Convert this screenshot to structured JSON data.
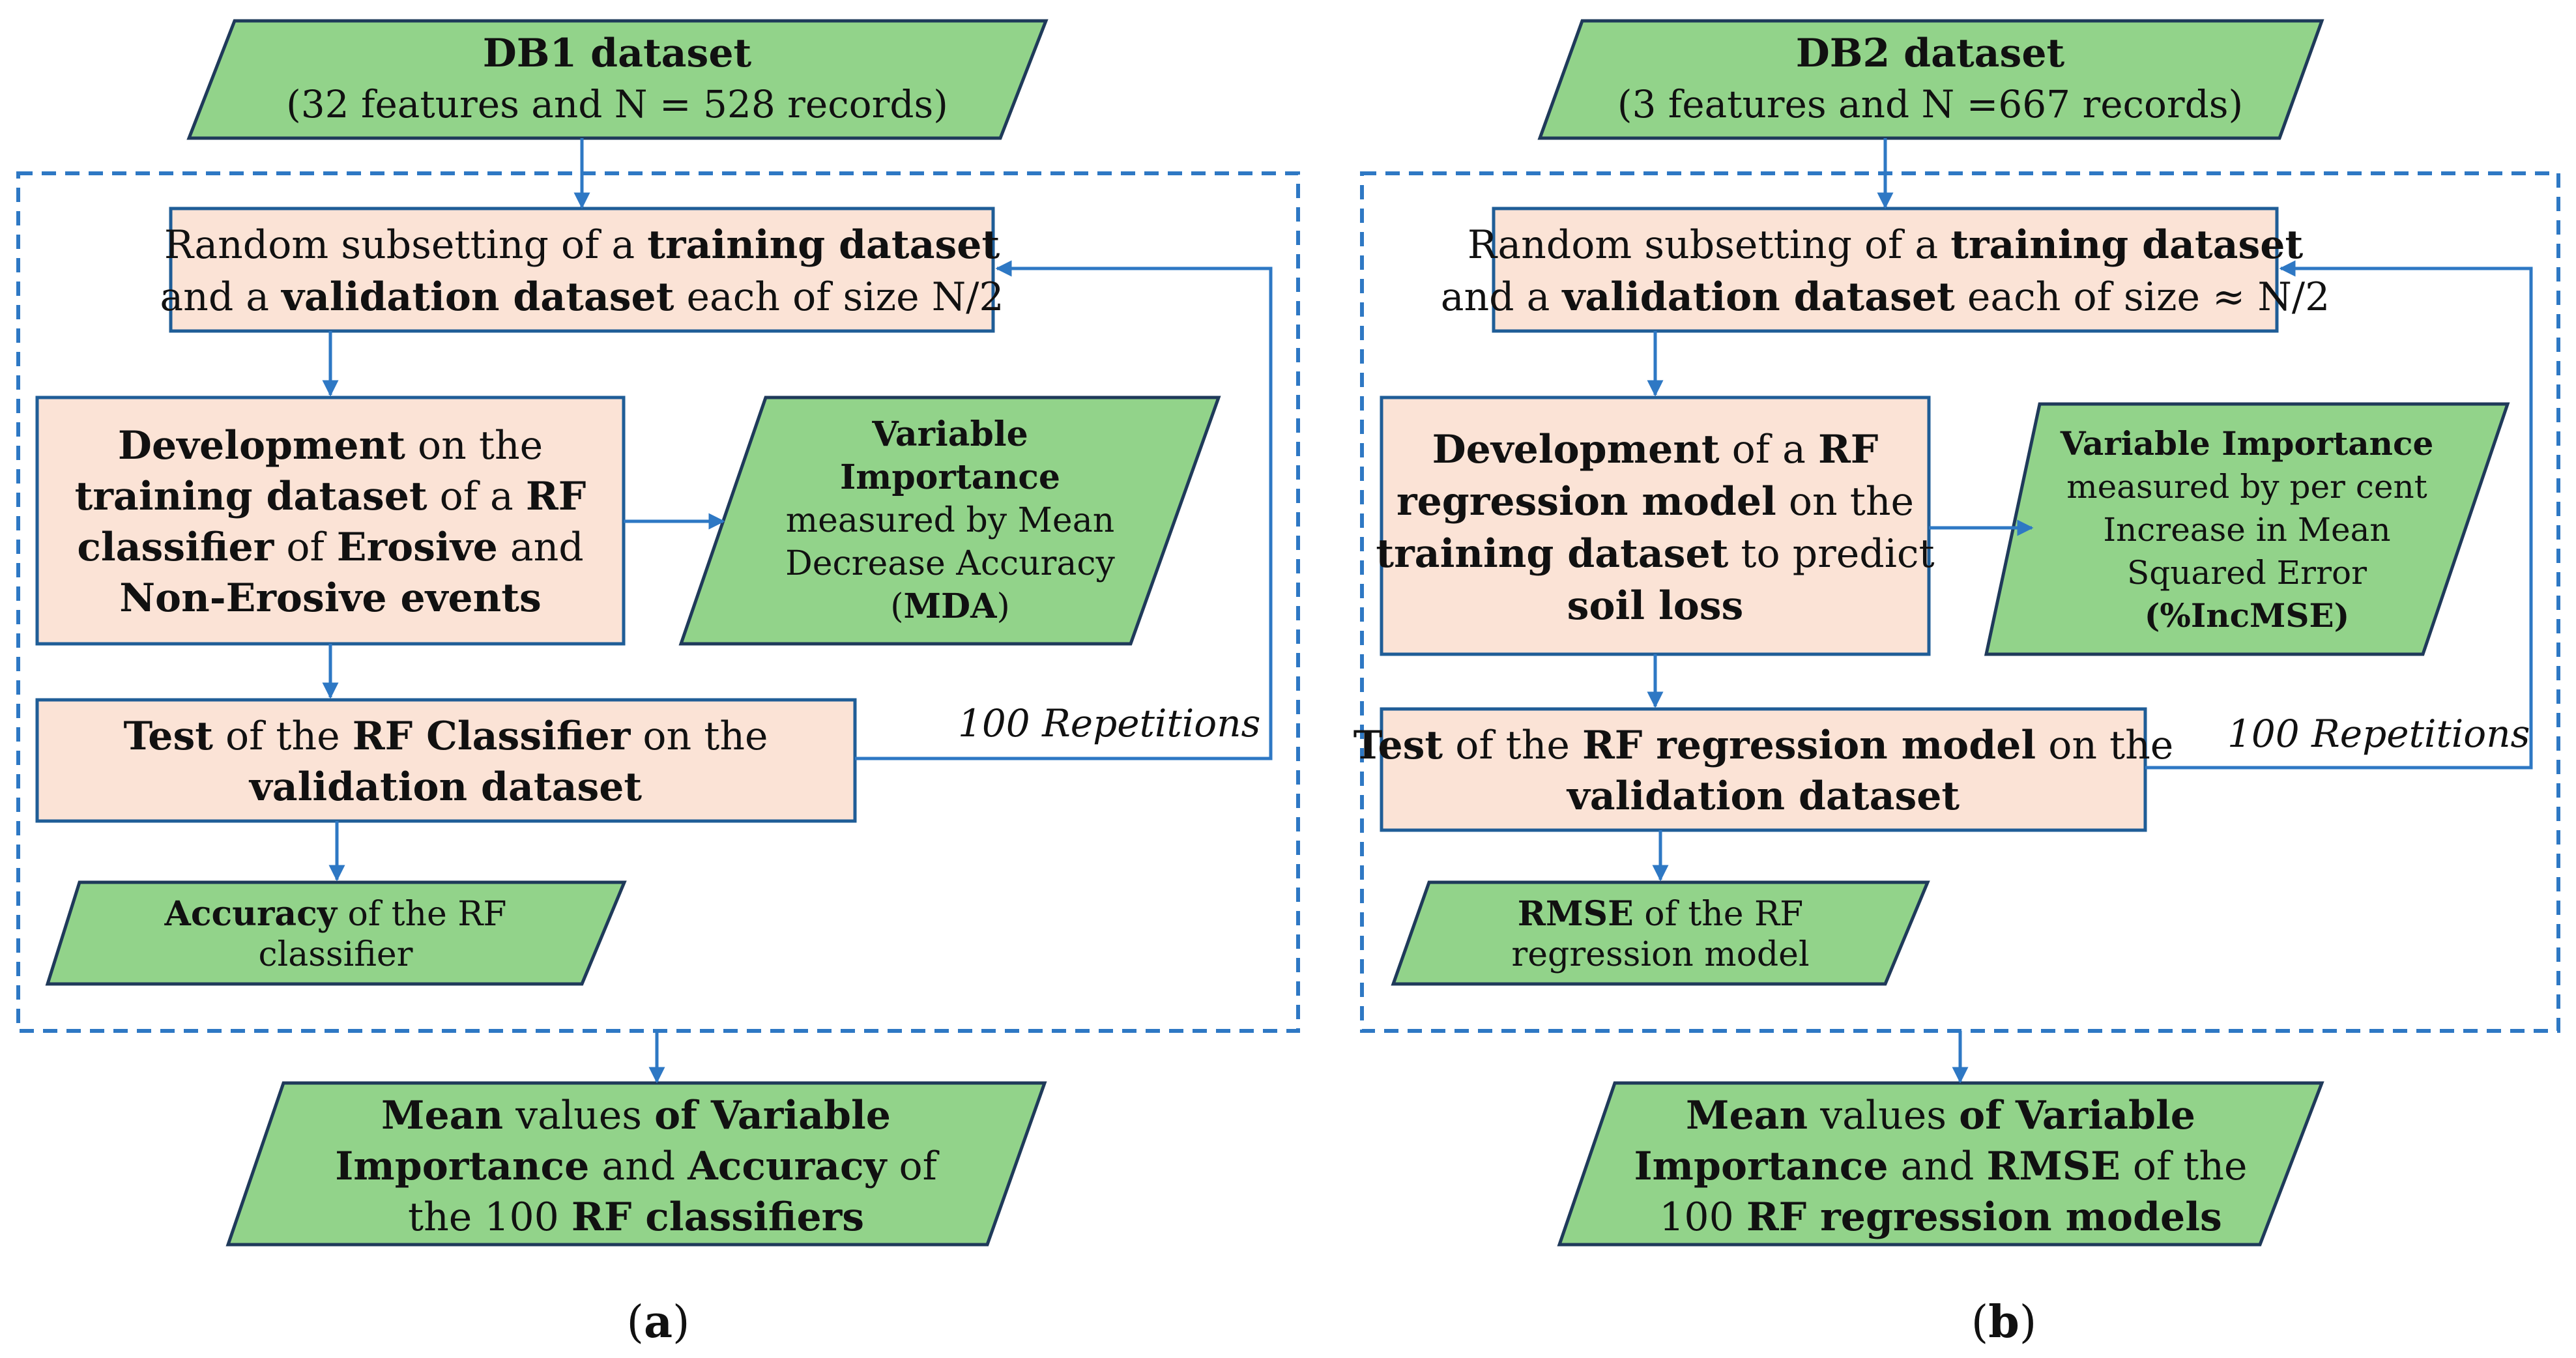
{
  "colors": {
    "data_fill": "#92d38a",
    "process_fill": "#fbe3d6",
    "connector": "#2e78c4",
    "border_dark": "#1f3a5a"
  },
  "panel_a": {
    "db_title": "DB1 dataset",
    "db_sub": "(32 features and  N = 528 records)",
    "subset": {
      "l1_pre": "Random subsetting of a ",
      "l1_bold": "training dataset",
      "l2_pre": "and a ",
      "l2_bold": "validation dataset",
      "l2_post": " each of size N/2"
    },
    "develop": {
      "l1_bold": "Development",
      "l1_post": " on the",
      "l2_bold1": "training dataset",
      "l2_mid": " of a ",
      "l2_bold2": "RF",
      "l3_bold1": "classifier",
      "l3_mid": " of ",
      "l3_bold2": "Erosive",
      "l3_post": " and",
      "l4_bold": "Non-Erosive events"
    },
    "vi": {
      "l1": "Variable",
      "l2": "Importance",
      "l3": "measured by Mean",
      "l4": "Decrease Accuracy",
      "l5_pre": "(",
      "l5_bold": "MDA",
      "l5_post": ")"
    },
    "test": {
      "l1_bold1": "Test",
      "l1_mid": " of the ",
      "l1_bold2": "RF Classifier",
      "l1_post": " on the",
      "l2_bold": "validation dataset"
    },
    "repetitions": "100 Repetitions",
    "accuracy": {
      "l1_bold": "Accuracy",
      "l1_post": " of the RF",
      "l2": "classifier"
    },
    "mean": {
      "l1_bold1": "Mean",
      "l1_mid": " values ",
      "l1_bold2": "of Variable",
      "l2_bold1": "Importance",
      "l2_mid": " and ",
      "l2_bold2": "Accuracy",
      "l2_post": " of",
      "l3_pre": "the 100 ",
      "l3_bold": "RF classifiers"
    },
    "caption_pre": "(",
    "caption_bold": "a",
    "caption_post": ")"
  },
  "panel_b": {
    "db_title": "DB2 dataset",
    "db_sub": "(3 features and  N =667 records)",
    "subset": {
      "l1_pre": "Random subsetting of a ",
      "l1_bold": "training dataset",
      "l2_pre": "and a ",
      "l2_bold": "validation dataset",
      "l2_post": " each of size ≈ N/2"
    },
    "develop": {
      "l1_bold1": "Development",
      "l1_mid": " of a ",
      "l1_bold2": "RF",
      "l2_bold": "regression model",
      "l2_post": " on the",
      "l3_bold": "training dataset",
      "l3_post": " to predict",
      "l4_bold": "soil loss"
    },
    "vi": {
      "l1": "Variable Importance",
      "l2": "measured by per cent",
      "l3": "Increase in Mean",
      "l4": "Squared Error",
      "l5": "(%IncMSE)"
    },
    "test": {
      "l1_bold1": "Test",
      "l1_mid": " of the ",
      "l1_bold2": "RF regression model",
      "l1_post": " on the",
      "l2_bold": "validation dataset"
    },
    "repetitions": "100 Repetitions",
    "rmse": {
      "l1_bold": "RMSE",
      "l1_post": " of the RF",
      "l2": "regression model"
    },
    "mean": {
      "l1_bold1": "Mean",
      "l1_mid": " values ",
      "l1_bold2": "of Variable",
      "l2_bold1": "Importance",
      "l2_mid": " and ",
      "l2_bold2": "RMSE",
      "l2_post": " of the",
      "l3_pre": "100 ",
      "l3_bold": "RF regression models"
    },
    "caption_pre": "(",
    "caption_bold": "b",
    "caption_post": ")"
  }
}
